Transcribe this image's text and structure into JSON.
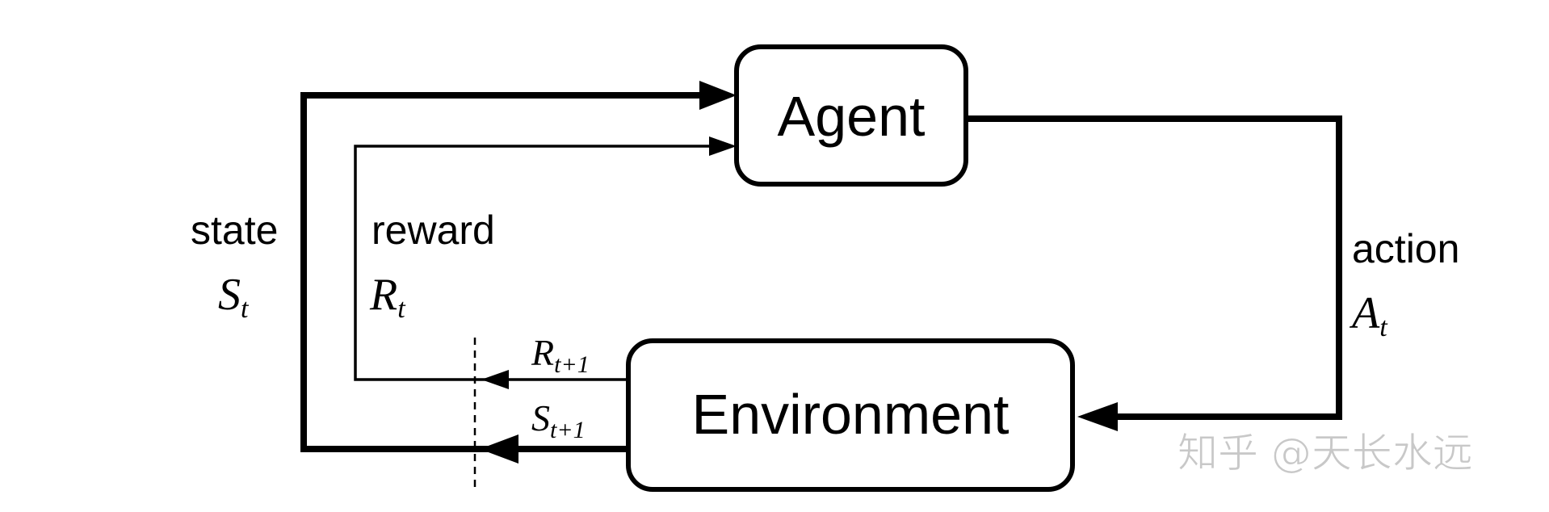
{
  "agent_label": "Agent",
  "environment_label": "Environment",
  "state": {
    "word": "state",
    "symbol": "S",
    "subscript": "t"
  },
  "reward": {
    "word": "reward",
    "symbol": "R",
    "subscript": "t"
  },
  "action": {
    "word": "action",
    "symbol": "A",
    "subscript": "t"
  },
  "next_reward": {
    "symbol": "R",
    "subscript": "t+1"
  },
  "next_state": {
    "symbol": "S",
    "subscript": "t+1"
  },
  "watermark": "知乎 @天长水远",
  "colors": {
    "line": "#000000",
    "background": "#ffffff",
    "watermark": "#c8c8c8"
  }
}
